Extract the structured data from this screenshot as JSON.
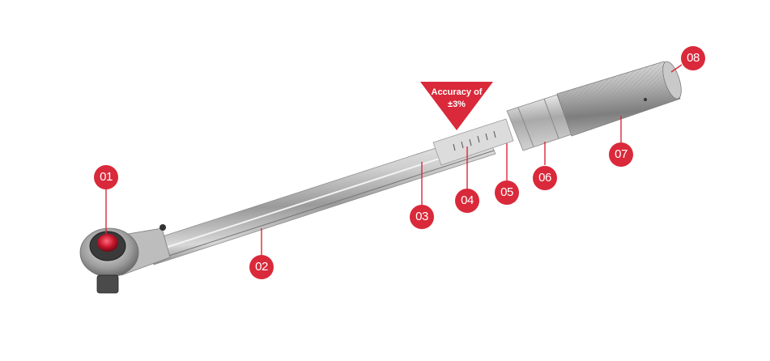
{
  "product": "torque-wrench",
  "badge": {
    "line1": "Accuracy of",
    "line2": "±3%",
    "color": "#d9293a"
  },
  "callouts": [
    {
      "id": "callout-01",
      "label": "01"
    },
    {
      "id": "callout-02",
      "label": "02"
    },
    {
      "id": "callout-03",
      "label": "03"
    },
    {
      "id": "callout-04",
      "label": "04"
    },
    {
      "id": "callout-05",
      "label": "05"
    },
    {
      "id": "callout-06",
      "label": "06"
    },
    {
      "id": "callout-07",
      "label": "07"
    },
    {
      "id": "callout-08",
      "label": "08"
    }
  ],
  "colors": {
    "callout": "#d9293a",
    "line": "#d9293a"
  }
}
